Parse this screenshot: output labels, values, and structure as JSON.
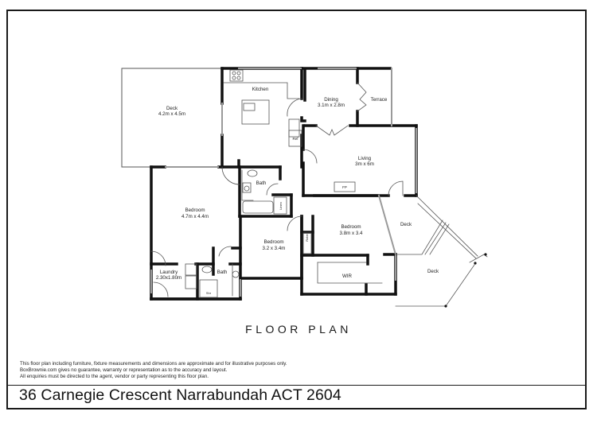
{
  "plan": {
    "title": "FLOOR PLAN",
    "rooms": {
      "deck_main": {
        "name": "Deck",
        "dims": "4.2m x 4.5m"
      },
      "kitchen": {
        "name": "Kitchen"
      },
      "ref": {
        "name": "Ref"
      },
      "dining": {
        "name": "Dining",
        "dims": "3.1m x 2.8m"
      },
      "terrace": {
        "name": "Terrace"
      },
      "living": {
        "name": "Living",
        "dims": "3m x 6m"
      },
      "fp": {
        "name": "FP"
      },
      "bath_upper": {
        "name": "Bath"
      },
      "linen": {
        "name": "Linen"
      },
      "bedroom_master": {
        "name": "Bedroom",
        "dims": "4.7m x 4.4m"
      },
      "bedroom_mid": {
        "name": "Bedroom",
        "dims": "3.2 x 3.4m"
      },
      "robe": {
        "name": "Robe"
      },
      "bedroom_right": {
        "name": "Bedroom",
        "dims": "3.8m x 3.4"
      },
      "wir": {
        "name": "WIR"
      },
      "deck_upper_right": {
        "name": "Deck"
      },
      "deck_lower_right": {
        "name": "Deck"
      },
      "laundry": {
        "name": "Laundry",
        "dims": "2.30x1.80m"
      },
      "bath_lower": {
        "name": "Bath"
      },
      "shower": {
        "name": "Shr"
      }
    }
  },
  "disclaimer": {
    "line1": "This floor plan including furniture, fixture measurements and dimensions are approximate and for illustrative purposes only.",
    "line2": "BoxBrownie.com gives no guarantee, warranty or representation as to the accuracy and layout.",
    "line3": "All enquiries must be directed to the agent, vendor or party representing this floor plan."
  },
  "footer": {
    "address": "36 Carnegie Crescent Narrabundah ACT 2604"
  },
  "colors": {
    "wall": "#111111",
    "window": "#9a9a9a",
    "line": "#555555"
  }
}
